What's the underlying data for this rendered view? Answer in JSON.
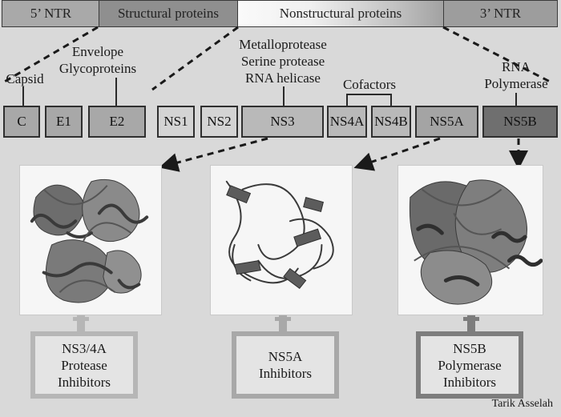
{
  "genome": {
    "ntr5": "5’ NTR",
    "structural": "Structural proteins",
    "nonstructural": "Nonstructural proteins",
    "ntr3": "3’ NTR"
  },
  "proteins": {
    "c": "C",
    "e1": "E1",
    "e2": "E2",
    "ns1": "NS1",
    "ns2": "NS2",
    "ns3": "NS3",
    "ns4a": "NS4A",
    "ns4b": "NS4B",
    "ns5a": "NS5A",
    "ns5b": "NS5B"
  },
  "labels": {
    "capsid": "Capsid",
    "envelope": [
      "Envelope",
      "Glycoproteins"
    ],
    "ns3_functions": [
      "Metalloprotease",
      "Serine protease",
      "RNA helicase"
    ],
    "cofactors": "Cofactors",
    "rna_polymerase": [
      "RNA",
      "Polymerase"
    ]
  },
  "inhibitors": {
    "ns34a": [
      "NS3/4A",
      "Protease",
      "Inhibitors"
    ],
    "ns5a": [
      "NS5A",
      "Inhibitors"
    ],
    "ns5b": [
      "NS5B",
      "Polymerase",
      "Inhibitors"
    ]
  },
  "colors": {
    "protein_box_light": "#b9b9b9",
    "protein_box_mid": "#a4a4a4",
    "ns5b_box": "#6f6f6f",
    "inhibitor_light": "#b6b6b6",
    "inhibitor_mid": "#a8a8a8",
    "inhibitor_dark": "#7d7d7d"
  },
  "credit": "Tarik Asselah"
}
